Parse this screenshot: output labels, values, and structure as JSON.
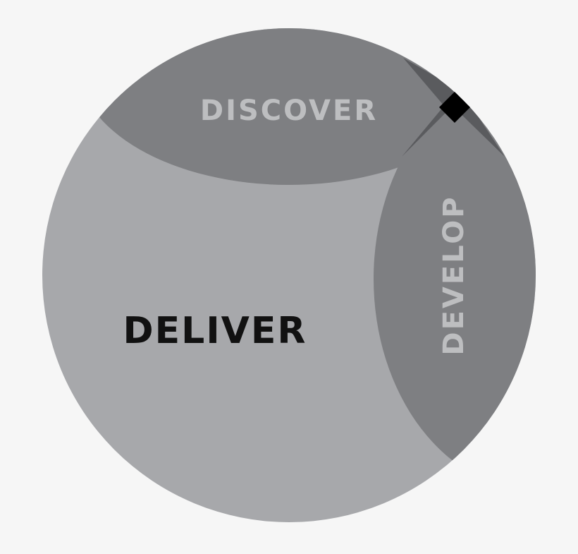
{
  "background": "#f6f6f6",
  "regions": {
    "discover": {
      "label": "DISCOVER",
      "fill": "#7e7f82",
      "text_color": "#bdbec0"
    },
    "develop": {
      "label": "DEVELOP",
      "fill": "#7e7f82",
      "text_color": "#bdbec0"
    },
    "deliver": {
      "label": "DELIVER",
      "fill": "#a7a8ab",
      "text_color": "#111111"
    },
    "overlap": {
      "fill": "#5a5b5e"
    },
    "center": {
      "fill": "#000000"
    }
  }
}
